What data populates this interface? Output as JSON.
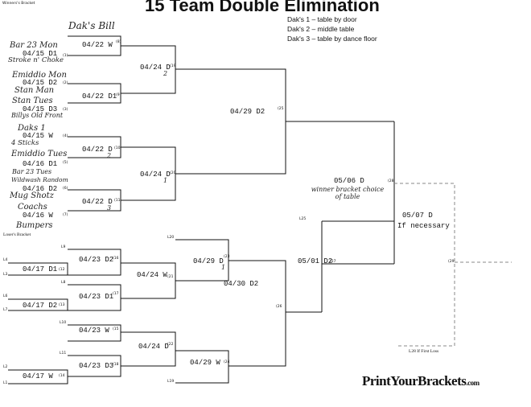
{
  "header": {
    "corner_label": "Winners's Bracket",
    "title": "15 Team Double Elimination",
    "legend": [
      "Dak's 1 – table by door",
      "Dak's 2 – middle table",
      "Dak's 3 – table by dance floor"
    ]
  },
  "winners": {
    "title_hw": "Dak's Bill",
    "slots": [
      {
        "team": "Bar 23 Mon",
        "sched": "04/15 D1",
        "seed": "(1)"
      },
      {
        "team": "Stroke n' Choke",
        "sched": "",
        "seed": ""
      },
      {
        "team": "Emiddio Mon",
        "sched": "04/15 D2",
        "seed": "(2)"
      },
      {
        "team": "Stan Man",
        "sched": "",
        "seed": ""
      },
      {
        "team": "Stan Tues",
        "sched": "04/15 D3",
        "seed": "(3)"
      },
      {
        "team": "Billys Old Front",
        "sched": "",
        "seed": ""
      },
      {
        "team": "Daks 1",
        "sched": "04/15 W",
        "seed": "(4)"
      },
      {
        "team": "4 Sticks",
        "sched": "",
        "seed": ""
      },
      {
        "team": "Emiddio Tues",
        "sched": "04/16 D1",
        "seed": "(5)"
      },
      {
        "team": "Bar 23 Tues",
        "sched": "",
        "seed": ""
      },
      {
        "team": "Wildwash Random",
        "sched": "04/16 D2",
        "seed": "(6)"
      },
      {
        "team": "Mug Shotz",
        "sched": "",
        "seed": ""
      },
      {
        "team": "Coachs",
        "sched": "04/16 W",
        "seed": "(7)"
      },
      {
        "team": "Bumpers",
        "sched": "",
        "seed": ""
      }
    ],
    "r2": [
      {
        "sched": "04/22 W",
        "seed": "(8)"
      },
      {
        "sched": "04/22 D1",
        "seed": "(9"
      },
      {
        "sched": "04/22 D",
        "note": "2",
        "seed": "(10"
      },
      {
        "sched": "04/22 D",
        "note": "3",
        "seed": "(11"
      }
    ],
    "r3": [
      {
        "sched": "04/24 D",
        "note": "2",
        "seed": "(19"
      },
      {
        "sched": "04/24 D",
        "note": "1",
        "seed": "(20"
      }
    ],
    "r4": {
      "sched": "04/29 D2",
      "seed": "(25"
    },
    "final": {
      "sched": "05/06 D",
      "note": "winner bracket choice of table",
      "seed": "(28"
    },
    "champ": {
      "sched": "05/07 D",
      "sub": "If necessary",
      "seed": "(29"
    },
    "if_first_loss": "L28 If First Loss"
  },
  "losers": {
    "label": "Loser's Bracket",
    "r1": [
      {
        "top": "L4",
        "bot": "L3",
        "sched": "04/17 D1",
        "seed": "(12"
      },
      {
        "top": "L6",
        "bot": "L7",
        "sched": "04/17 D2",
        "seed": "(13"
      },
      {
        "top": "L2",
        "bot": "L1",
        "sched": "04/17 W",
        "seed": "(14"
      }
    ],
    "r2": [
      {
        "in": "L9",
        "sched": "04/23 D2",
        "seed": "(16"
      },
      {
        "in": "L8",
        "sched": "04/23 D1",
        "seed": "(17"
      },
      {
        "in": "L10",
        "sched": "04/23 W",
        "seed": "(15"
      },
      {
        "in": "L11",
        "sched": "04/23 D3",
        "seed": "(18"
      }
    ],
    "r3": [
      {
        "sched": "04/24 W",
        "seed": "(21"
      },
      {
        "sched": "04/24 D",
        "seed": "(22"
      }
    ],
    "r4": [
      {
        "in": "L20",
        "sched": "04/29 D",
        "note": "1",
        "seed": "(23"
      },
      {
        "in": "L19",
        "sched": "04/29 W",
        "seed": "(24"
      }
    ],
    "r5": {
      "sched": "04/30 D2",
      "seed": "(26"
    },
    "r6": {
      "in": "L25",
      "sched": "05/01 D2",
      "seed": "(27"
    }
  },
  "brand": {
    "name": "PrintYourBrackets",
    "tld": ".com"
  }
}
